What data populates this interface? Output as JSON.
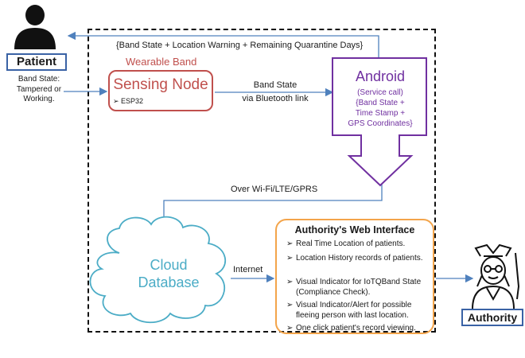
{
  "patient": {
    "label": "Patient",
    "state_lines": [
      "Band State:",
      "Tampered or",
      "Working."
    ]
  },
  "authority": {
    "label": "Authority"
  },
  "top_message": "{Band State + Location Warning + Remaining Quarantine Days}",
  "wearable_band_label": "Wearable Band",
  "sensing_node": {
    "title": "Sensing Node",
    "item": "ESP32"
  },
  "bluetooth_link": [
    "Band State",
    "via Bluetooth link"
  ],
  "android": {
    "title": "Android",
    "lines": [
      "(Service call)",
      "{Band State +",
      "Time Stamp +",
      "GPS Coordinates}"
    ]
  },
  "network_label": "Over Wi-Fi/LTE/GPRS",
  "cloud": {
    "lines": [
      "Cloud",
      "Database"
    ]
  },
  "internet_label": "Internet",
  "web_interface": {
    "title": "Authority's Web Interface",
    "items": [
      "Real Time Location of patients.",
      "Location History records of patients.",
      "Visual Indicator for IoTQBand State (Compliance Check).",
      "Visual Indicator/Alert for possible fleeing person with last location.",
      "One click patient's record viewing."
    ]
  },
  "colors": {
    "sensing": "#c0504d",
    "android": "#7030a0",
    "cloud": "#4bacc6",
    "web": "#f3a44a",
    "arrow": "#4f81bd",
    "label_box": "#3a62a5"
  },
  "icons": [
    "person-icon",
    "doctor-icon",
    "cloud-shape",
    "android-down-arrow"
  ]
}
